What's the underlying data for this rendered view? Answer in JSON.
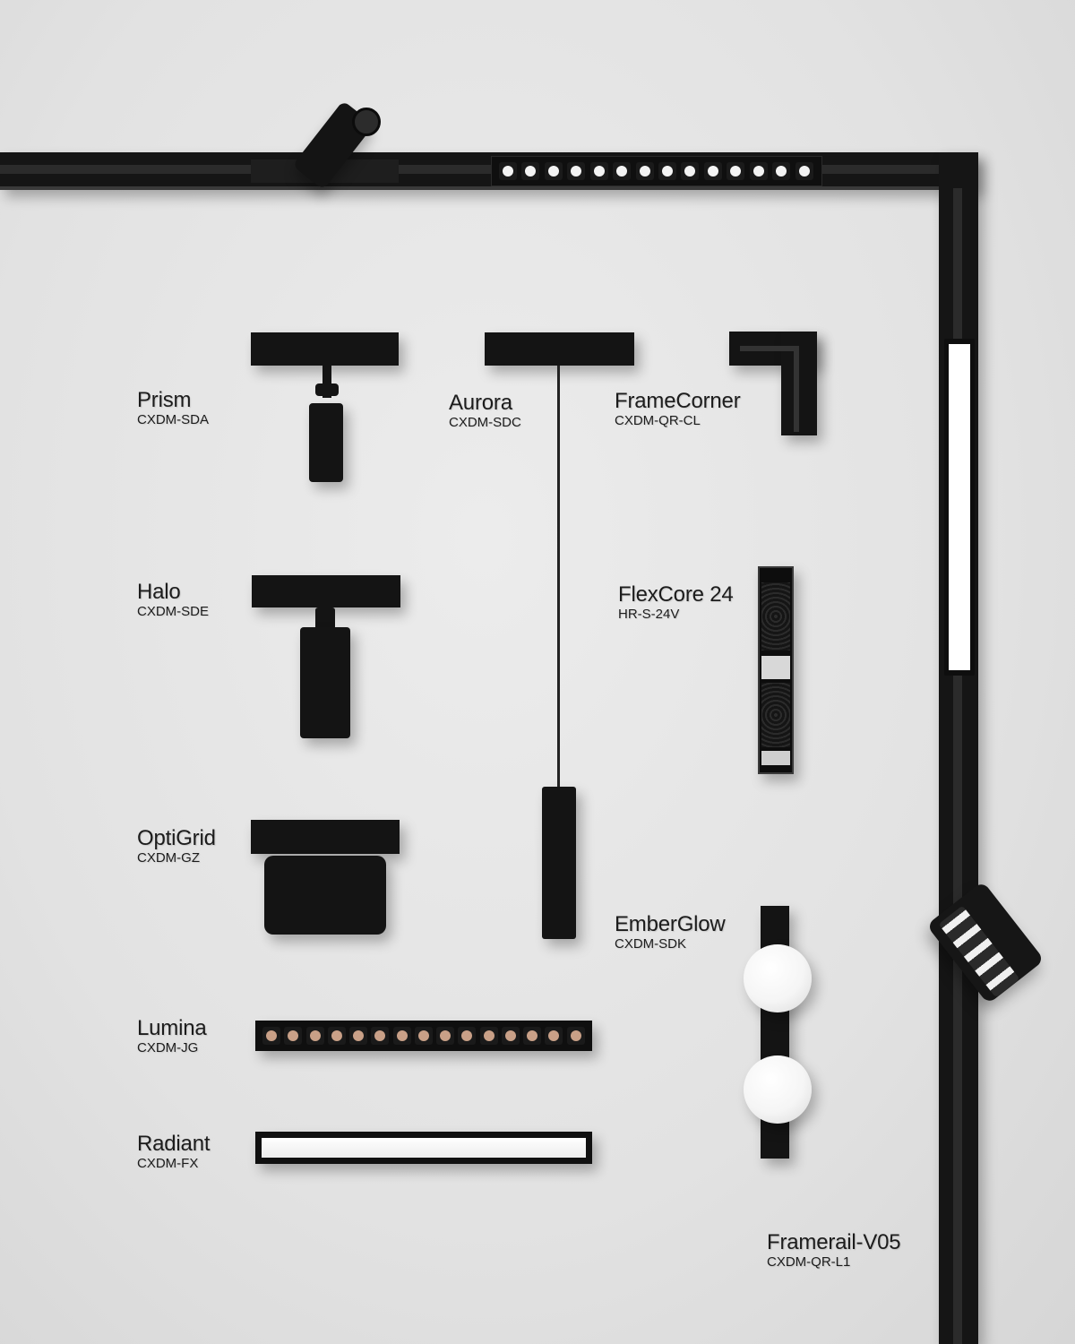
{
  "products": {
    "prism": {
      "name": "Prism",
      "code": "CXDM-SDA"
    },
    "aurora": {
      "name": "Aurora",
      "code": "CXDM-SDC"
    },
    "framecorner": {
      "name": "FrameCorner",
      "code": "CXDM-QR-CL"
    },
    "halo": {
      "name": "Halo",
      "code": "CXDM-SDE"
    },
    "flexcore": {
      "name": "FlexCore 24",
      "code": "HR-S-24V"
    },
    "optigrid": {
      "name": "OptiGrid",
      "code": "CXDM-GZ"
    },
    "emberglow": {
      "name": "EmberGlow",
      "code": "CXDM-SDK"
    },
    "lumina": {
      "name": "Lumina",
      "code": "CXDM-JG"
    },
    "radiant": {
      "name": "Radiant",
      "code": "CXDM-FX"
    },
    "framerail": {
      "name": "Framerail-V05",
      "code": "CXDM-QR-L1"
    }
  },
  "colors": {
    "background": "#e4e4e4",
    "fixture_black": "#141414",
    "led_warm": "#c9a087",
    "label_text": "#1c1c1c"
  }
}
